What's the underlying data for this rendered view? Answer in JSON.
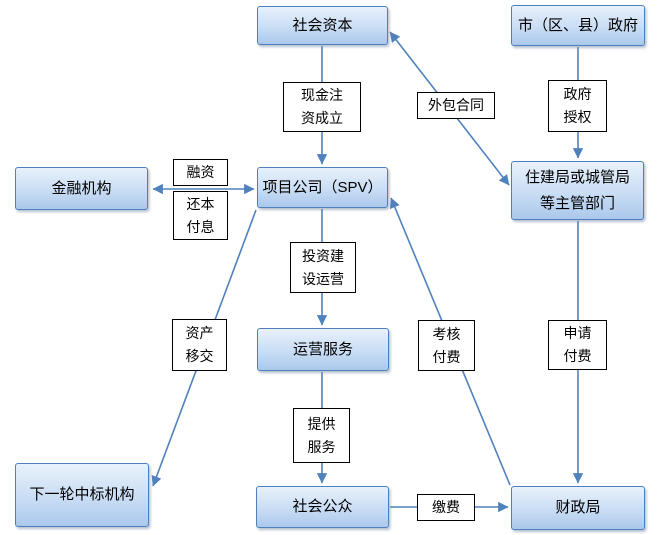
{
  "colors": {
    "node_border": "#4D80BC",
    "node_fill_top": "#E8F1FB",
    "node_fill_mid": "#C9DDF4",
    "node_fill_bottom": "#ABC8EB",
    "arrow": "#4F81BD",
    "label_border": "#000000",
    "label_background": "#FFFFFF",
    "text": "#000000",
    "background": "#FFFFFF"
  },
  "nodes": {
    "social_capital": {
      "lines": [
        "社会资本"
      ]
    },
    "city_government": {
      "lines": [
        "市（区、县）政府"
      ]
    },
    "financial_institution": {
      "lines": [
        "金融机构"
      ]
    },
    "spv": {
      "lines": [
        "项目公司（SPV）"
      ]
    },
    "authority": {
      "lines": [
        "住建局或城管局",
        "等主管部门"
      ]
    },
    "operation_service": {
      "lines": [
        "运营服务"
      ]
    },
    "next_round_winner": {
      "lines": [
        "下一轮中标机构"
      ]
    },
    "general_public": {
      "lines": [
        "社会公众"
      ]
    },
    "finance_bureau": {
      "lines": [
        "财政局"
      ]
    }
  },
  "edge_labels": {
    "cash_injection": {
      "lines": [
        "现金注",
        "资成立"
      ]
    },
    "outsourcing_contract": {
      "lines": [
        "外包合同"
      ]
    },
    "government_authorization": {
      "lines": [
        "政府",
        "授权"
      ]
    },
    "financing": {
      "lines": [
        "融资"
      ]
    },
    "debt_service": {
      "lines": [
        "还本",
        "付息"
      ]
    },
    "invest_build_operate": {
      "lines": [
        "投资建",
        "设运营"
      ]
    },
    "asset_transfer": {
      "lines": [
        "资产",
        "移交"
      ]
    },
    "assessment_payment": {
      "lines": [
        "考核",
        "付费"
      ]
    },
    "application_payment": {
      "lines": [
        "申请",
        "付费"
      ]
    },
    "provide_service": {
      "lines": [
        "提供",
        "服务"
      ]
    },
    "pay_fee": {
      "lines": [
        "缴费"
      ]
    }
  },
  "edges": [
    {
      "from": "social_capital",
      "to": "spv",
      "label": "cash_injection",
      "arrows": "one-way"
    },
    {
      "from": "social_capital",
      "to": "authority",
      "label": "outsourcing_contract",
      "arrows": "two-way"
    },
    {
      "from": "city_government",
      "to": "authority",
      "label": "government_authorization",
      "arrows": "one-way"
    },
    {
      "from": "financial_institution",
      "to": "spv",
      "labels": [
        "financing",
        "debt_service"
      ],
      "arrows": "two-way"
    },
    {
      "from": "spv",
      "to": "operation_service",
      "label": "invest_build_operate",
      "arrows": "one-way"
    },
    {
      "from": "operation_service",
      "to": "general_public",
      "label": "provide_service",
      "arrows": "one-way"
    },
    {
      "from": "spv",
      "to": "next_round_winner",
      "label": "asset_transfer",
      "arrows": "one-way"
    },
    {
      "from": "finance_bureau",
      "to": "spv",
      "label": "assessment_payment",
      "arrows": "one-way"
    },
    {
      "from": "authority",
      "to": "finance_bureau",
      "label": "application_payment",
      "arrows": "one-way"
    },
    {
      "from": "general_public",
      "to": "finance_bureau",
      "label": "pay_fee",
      "arrows": "one-way"
    }
  ]
}
